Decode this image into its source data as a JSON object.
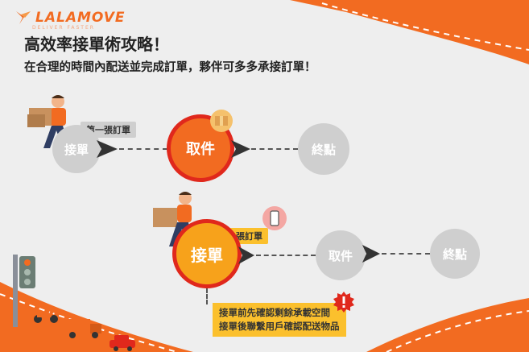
{
  "brand": {
    "name": "LALAMOVE",
    "tagline": "DELIVER FASTER"
  },
  "header": {
    "title": "高效率接單術攻略！",
    "subtitle": "在合理的時間內配送並完成訂單，夥伴可多多承接訂單！"
  },
  "flow1": {
    "tag": "第一張訂單",
    "step_accept": "接單",
    "step_pickup": "取件",
    "step_end": "終點"
  },
  "flow2": {
    "tag": "第二張訂單",
    "step_accept": "接單",
    "step_pickup": "取件",
    "step_end": "終點"
  },
  "tips": {
    "line1": "接單前先確認剩餘承載空間",
    "line2": "接單後聯繫用戶確認配送物品"
  },
  "colors": {
    "orange": "#f26b21",
    "red": "#e0281c",
    "yellow": "#fbc02d",
    "gray": "#cfcfcf"
  }
}
